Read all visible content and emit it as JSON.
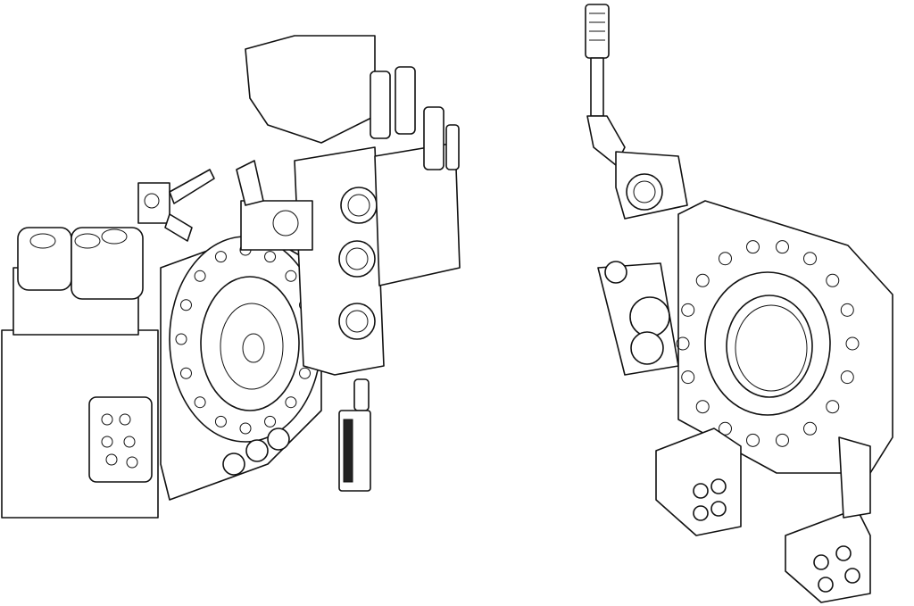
{
  "colors": {
    "line": "#111111",
    "background": "#ffffff"
  },
  "assemblies": [
    {
      "id": "left-assembly",
      "view": "front-isometric"
    },
    {
      "id": "right-assembly",
      "view": "rear-isometric"
    }
  ]
}
